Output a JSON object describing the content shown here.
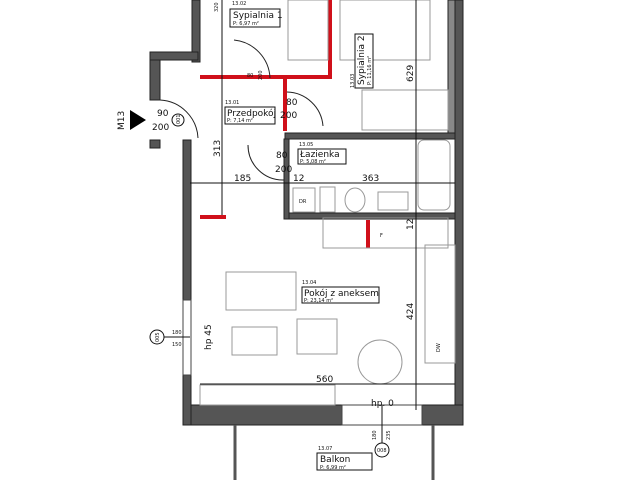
{
  "plan": {
    "entrance_label": "M13",
    "rooms": [
      {
        "number": "13.02",
        "name": "Sypialnia 1",
        "area": "P: 6,97 m²"
      },
      {
        "number": "13.03",
        "name": "Sypialnia 2",
        "area": "P: 11,16 m²"
      },
      {
        "number": "13.01",
        "name": "Przedpokój",
        "area": "P: 7,14 m²"
      },
      {
        "number": "13.05",
        "name": "Łazienka",
        "area": "P: 5,08 m²"
      },
      {
        "number": "13.04",
        "name": "Pokój z aneksem",
        "area": "P: 23,14 m²"
      },
      {
        "number": "13.07",
        "name": "Balkon",
        "area": "P: 6,99 m²"
      }
    ],
    "doors": [
      {
        "tag": "001",
        "width": "90",
        "height": "200"
      },
      {
        "width": "80",
        "height": "200"
      },
      {
        "width": "80",
        "height": "200"
      },
      {
        "width": "80",
        "height": "200"
      }
    ],
    "windows": [
      {
        "tag": "005",
        "top": "180",
        "bottom": "150",
        "sill": "hp 45"
      },
      {
        "tag": "008",
        "top": "180",
        "bottom": "235",
        "sill": "hp. 0"
      }
    ],
    "dimensions": {
      "bed1_top": "320",
      "hall_height": "313",
      "sep_185": "185",
      "sep_12": "12",
      "sep_363": "363",
      "height_629": "629",
      "wall_12": "12",
      "height_424": "424",
      "width_560": "560"
    },
    "fixtures": {
      "dryer": "DR",
      "dishwasher": "DW",
      "fridge": "F"
    },
    "colors": {
      "wall": "#4a4a4a",
      "new_wall": "#d0101a",
      "line": "#222222"
    }
  }
}
